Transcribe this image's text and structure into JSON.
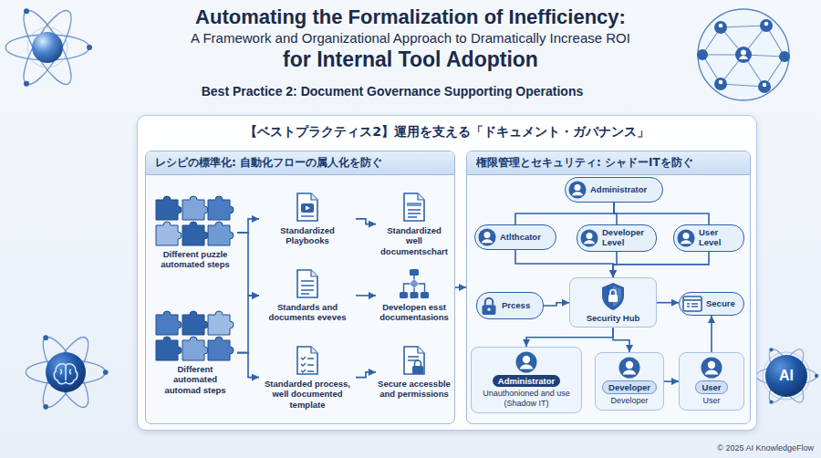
{
  "diagram": {
    "title": "Automating the Formalization of Inefficiency:",
    "nodes": [
      {
        "text": [
          "【ベストプラクティス2】運用を支える「ドキュメント・ガバナンス」"
        ]
      },
      {
        "text": [
          "レシピの標準化: 自動化フローの属人化を防ぐ"
        ],
        "in": 0
      },
      {
        "text": [
          "権限管理とセキュリティ: シャドーITを防ぐ"
        ],
        "in": 0
      },
      {
        "text": [
          "Different puzzle automated steps"
        ],
        "in": 1
      },
      {
        "text": [
          "Different automated automad steps"
        ],
        "in": 1
      },
      {
        "text": [
          "Standardized Playbooks"
        ],
        "in": 1
      },
      {
        "text": [
          "Standards and documents eveves"
        ],
        "in": 1
      },
      {
        "text": [
          "Standarded process, well documented template"
        ],
        "in": 1
      },
      {
        "text": [
          "Standardized well documentschart"
        ],
        "in": 1
      },
      {
        "text": [
          "Developen esst documentasions"
        ],
        "in": 1
      },
      {
        "text": [
          "Secure accessble and permissions"
        ],
        "in": 1
      },
      {
        "text": [
          "Administrator"
        ],
        "in": 2
      },
      {
        "text": [
          "Atlthcator"
        ],
        "in": 2
      },
      {
        "text": [
          "Developer Level"
        ],
        "in": 2
      },
      {
        "text": [
          "User Level"
        ],
        "in": 2
      },
      {
        "text": [
          "Prcess"
        ],
        "in": 2
      },
      {
        "text": [
          "Security Hub"
        ],
        "in": 2
      },
      {
        "text": [
          "Secure"
        ],
        "in": 2
      },
      {
        "text": [
          "Administrator",
          "Unauthonioned and use (Shadow IT)"
        ],
        "in": 2
      },
      {
        "text": [
          "Developer",
          "Developer"
        ],
        "in": 2
      },
      {
        "text": [
          "User",
          "User"
        ],
        "in": 2
      }
    ],
    "edges": [
      {
        "from": 3,
        "to": 5,
        "arrow": "to"
      },
      {
        "from": 3,
        "to": 6,
        "arrow": "to"
      },
      {
        "from": 4,
        "to": 6,
        "arrow": "to"
      },
      {
        "from": 4,
        "to": 7,
        "arrow": "to"
      },
      {
        "from": 5,
        "to": 8,
        "arrow": "to"
      },
      {
        "from": 6,
        "to": 9,
        "arrow": "to"
      },
      {
        "from": 7,
        "to": 10,
        "arrow": "to"
      },
      {
        "from": 1,
        "to": 2,
        "arrow": "to"
      },
      {
        "from": 11,
        "to": 12,
        "arrow": "none"
      },
      {
        "from": 11,
        "to": 13,
        "arrow": "none"
      },
      {
        "from": 11,
        "to": 14,
        "arrow": "none"
      },
      {
        "from": 12,
        "to": 16,
        "arrow": "to"
      },
      {
        "from": 13,
        "to": 16,
        "arrow": "to"
      },
      {
        "from": 14,
        "to": 16,
        "arrow": "to"
      },
      {
        "from": 15,
        "to": 16,
        "arrow": "to"
      },
      {
        "from": 16,
        "to": 17,
        "arrow": "to"
      },
      {
        "from": 16,
        "to": 18,
        "arrow": "to"
      },
      {
        "from": 16,
        "to": 19,
        "arrow": "to"
      },
      {
        "from": 19,
        "to": 20,
        "arrow": "to"
      },
      {
        "from": 20,
        "to": 17,
        "arrow": "to"
      }
    ],
    "labels": [
      "A Framework and Organizational Approach to Dramatically Increase ROI",
      "for Internal Tool Adoption",
      "Best Practice 2: Document Governance Supporting Operations",
      "AI",
      "© 2025 AI KnowledgeFlow"
    ]
  }
}
